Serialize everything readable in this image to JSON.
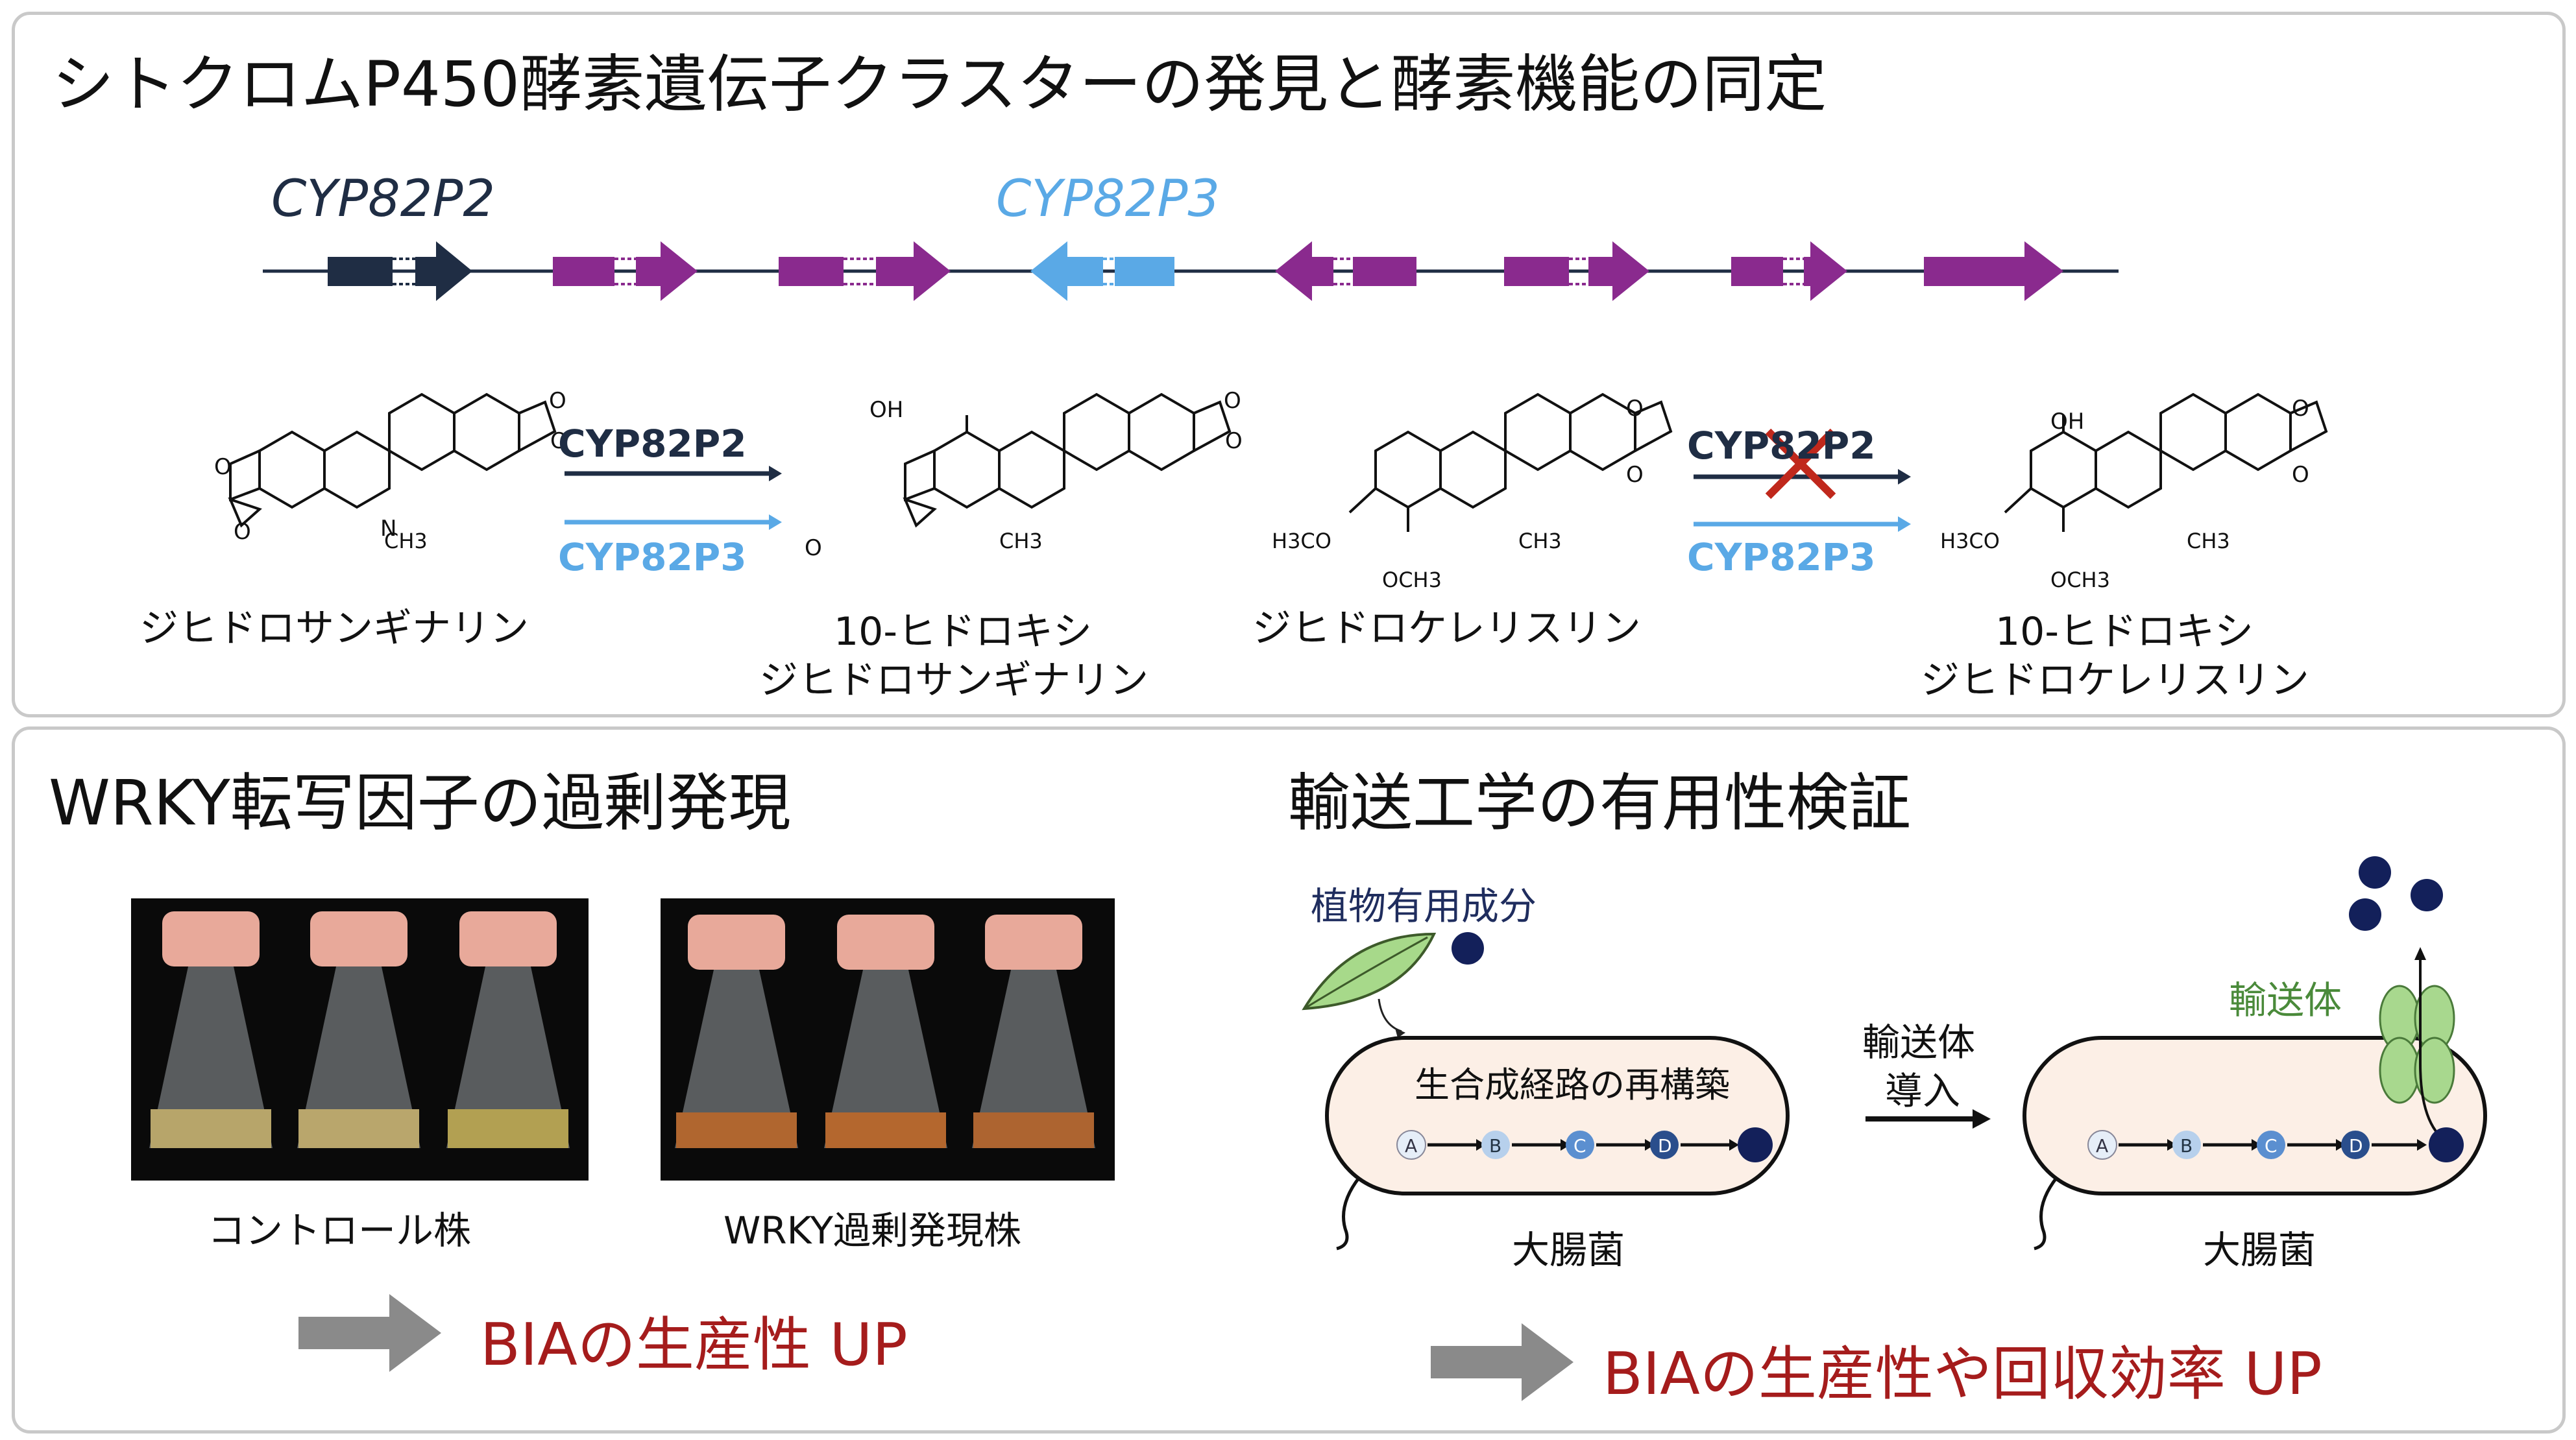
{
  "top": {
    "title": "シトクロムP450酵素遺伝子クラスターの発見と酵素機能の同定",
    "gene_left": "CYP82P2",
    "gene_right": "CYP82P3",
    "enzyme1": "CYP82P2",
    "enzyme2": "CYP82P3",
    "compounds": [
      {
        "line1": "ジヒドロサンギナリン",
        "line2": ""
      },
      {
        "line1": "10-ヒドロキシ",
        "line2": "ジヒドロサンギナリン"
      },
      {
        "line1": "ジヒドロケレリスリン",
        "line2": ""
      },
      {
        "line1": "10-ヒドロキシ",
        "line2": "ジヒドロケレリスリン"
      }
    ],
    "atom_labels": {
      "oh": "OH",
      "o": "O",
      "n": "N",
      "ch3": "CH3",
      "h3co": "H3CO",
      "och3": "OCH3"
    },
    "colors": {
      "dark": "#1f2d44",
      "light": "#5aa9e6",
      "purple": "#8a2a8e",
      "cross": "#c0281c"
    }
  },
  "bottom_left": {
    "title": "WRKY転写因子の過剰発現",
    "photo1_caption": "コントロール株",
    "photo2_caption": "WRKY過剰発現株",
    "result": "BIAの生産性 UP"
  },
  "bottom_right": {
    "title": "輸送工学の有用性検証",
    "plant_label": "植物有用成分",
    "pathway_label": "生合成経路の再構築",
    "nodes": [
      "A",
      "B",
      "C",
      "D"
    ],
    "arrow_label_line1": "輸送体",
    "arrow_label_line2": "導入",
    "transporter_label": "輸送体",
    "ecoli_label": "大腸菌",
    "result": "BIAの生産性や回収効率 UP"
  }
}
